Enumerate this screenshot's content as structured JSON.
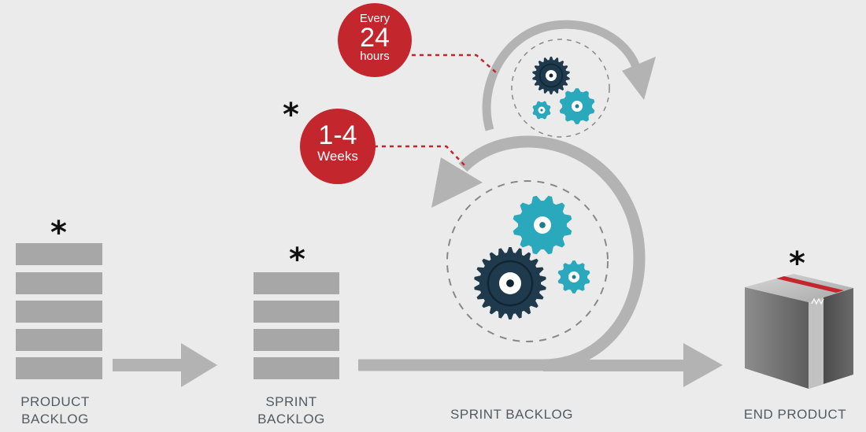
{
  "labels": {
    "product_backlog": [
      "PRODUCT",
      "BACKLOG"
    ],
    "sprint_backlog_stack": [
      "SPRINT",
      "BACKLOG"
    ],
    "sprint_backlog_loop": "SPRINT BACKLOG",
    "end_product": "END PRODUCT"
  },
  "badges": {
    "daily": {
      "top": "Every",
      "main": "24",
      "bottom": "hours"
    },
    "sprint": {
      "main": "1-4",
      "bottom": "Weeks"
    }
  },
  "asterisk": "*",
  "colors": {
    "background": "#ebebeb",
    "block": "#a7a7a7",
    "arrow": "#b3b3b3",
    "badge_red": "#c4262e",
    "dashed_line": "#c4262e",
    "gear_dark": "#1f3a4d",
    "gear_teal": "#2aa9bd",
    "label_text": "#555a60"
  },
  "icons": [
    "gear-icon",
    "box-icon",
    "arrow-icon",
    "loop-arrow-icon"
  ]
}
